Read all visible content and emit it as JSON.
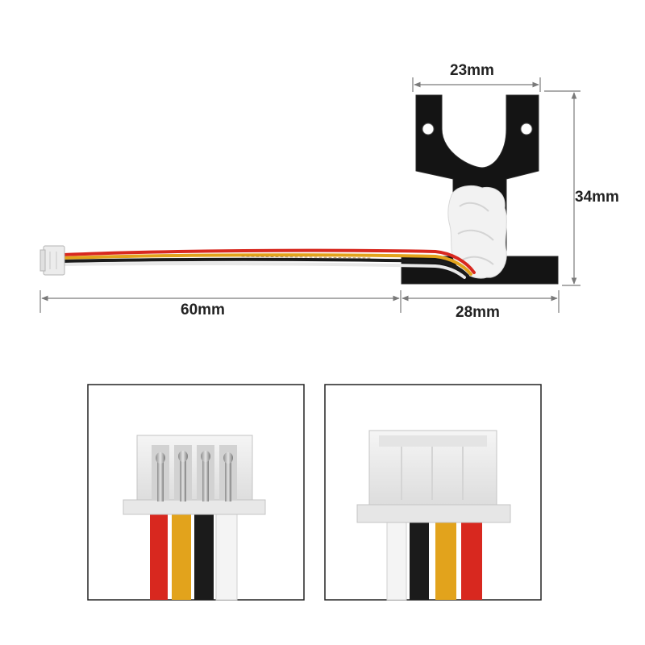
{
  "dimensions": {
    "top_width": "23mm",
    "height": "34mm",
    "cable_length": "60mm",
    "base_width": "28mm"
  },
  "colors": {
    "dimension_line": "#7a7a7a",
    "bracket": "#141414",
    "thermal_paste": "#f2f2f2",
    "connector_body": "#ececec",
    "wire_red": "#d8281f",
    "wire_yellow": "#e2a31c",
    "wire_black": "#1b1b1b",
    "wire_white": "#f4f4f4",
    "panel_border": "#222222"
  },
  "wire_order_front": [
    "red",
    "yellow",
    "black",
    "white"
  ],
  "wire_order_back": [
    "white",
    "black",
    "yellow",
    "red"
  ]
}
